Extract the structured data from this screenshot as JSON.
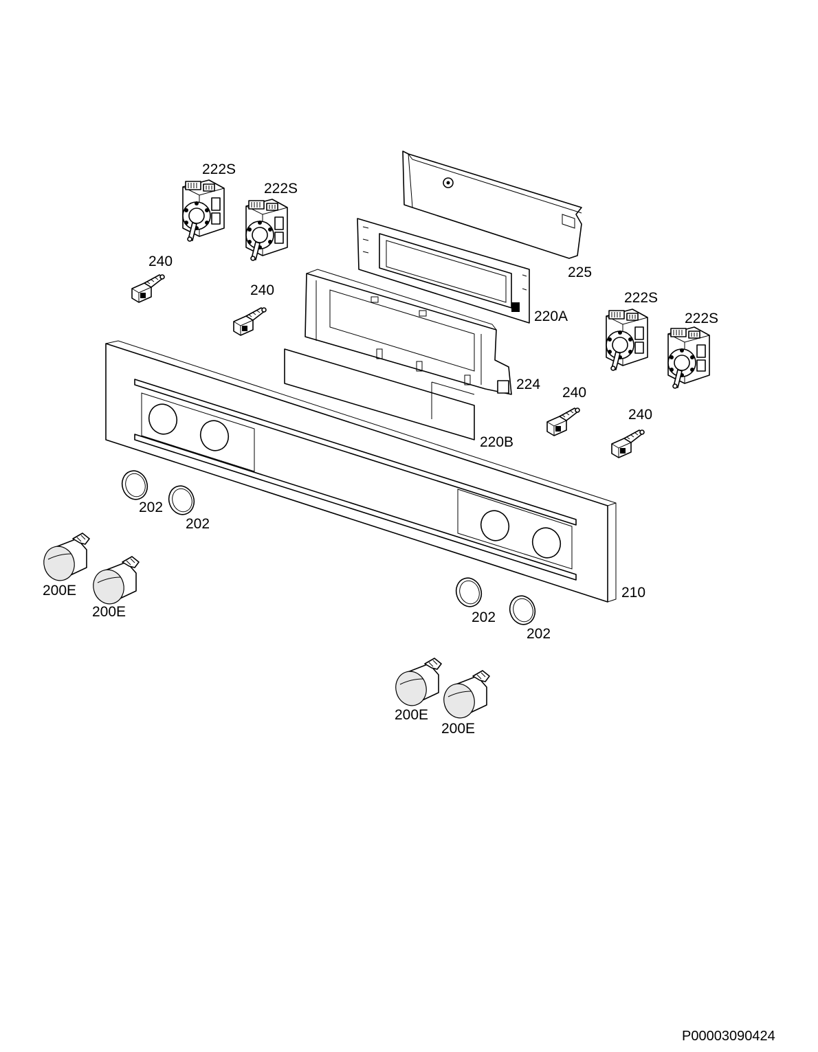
{
  "labels": {
    "knob_switch_a": "222S",
    "knob_switch_b": "222S",
    "knob_switch_c": "222S",
    "knob_switch_d": "222S",
    "bulb_holder_a": "240",
    "bulb_holder_b": "240",
    "bulb_holder_c": "240",
    "bulb_holder_d": "240",
    "cover_plate": "225",
    "display_board": "220A",
    "display_frame": "224",
    "display_window": "220B",
    "control_panel": "210",
    "ring_a": "202",
    "ring_b": "202",
    "ring_c": "202",
    "ring_d": "202",
    "knob_a": "200E",
    "knob_b": "200E",
    "knob_c": "200E",
    "knob_d": "200E"
  },
  "drawing_id": "P00003090424"
}
